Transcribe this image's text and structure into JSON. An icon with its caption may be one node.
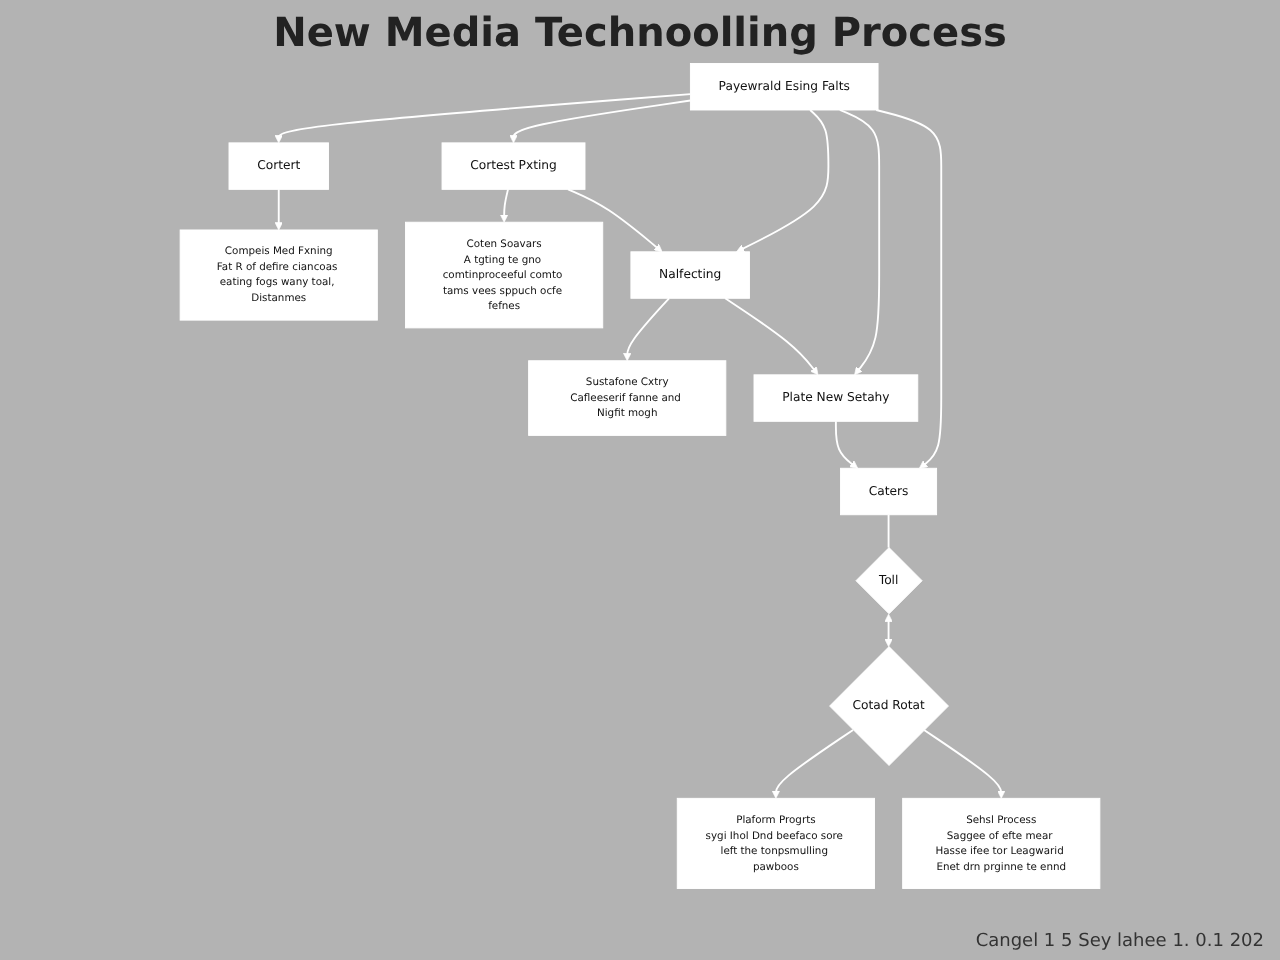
{
  "diagram": {
    "title": "New Media Technoolling Process",
    "nodes": [
      {
        "text": [
          "Payewrald Esing Falts"
        ]
      },
      {
        "text": [
          "Cortert"
        ]
      },
      {
        "text": [
          "Cortest Pxting"
        ]
      },
      {
        "text": [
          "Nalfecting"
        ]
      },
      {
        "text": [
          "Plate New Setahy"
        ]
      },
      {
        "text": [
          "Caters"
        ]
      },
      {
        "text": [
          "Toll"
        ]
      },
      {
        "text": [
          "Compeis Med Fxning",
          "Fat R of defire ciancoas eating fogs wany toal, Distanmes"
        ]
      },
      {
        "text": [
          "Coten Soavars",
          "A tgting te gno comtinproceeful comto tams vees sppuch ocfe fefnes"
        ]
      },
      {
        "text": [
          "Sustafone Cxtry",
          "Cafleeserif fanne and Nigfit mogh"
        ]
      },
      {
        "text": [
          "Cotad Rotat"
        ]
      },
      {
        "text": [
          "Plaform Progrts",
          "sygi Ihol Dnd beefaco sore left the tonpsmulling pawboos"
        ]
      },
      {
        "text": [
          "Sehsl Process",
          "Saggee of efte mear Hasse ifee tor Leagwarid Enet drn prginne te ennd"
        ]
      }
    ],
    "edges": [
      {
        "from": 0,
        "to": 1,
        "arrow": "to"
      },
      {
        "from": 0,
        "to": 2,
        "arrow": "to"
      },
      {
        "from": 0,
        "to": 3,
        "arrow": "to"
      },
      {
        "from": 0,
        "to": 4,
        "arrow": "to"
      },
      {
        "from": 0,
        "to": 5,
        "arrow": "to"
      },
      {
        "from": 2,
        "to": 3,
        "arrow": "to"
      },
      {
        "from": 3,
        "to": 4,
        "arrow": "to"
      },
      {
        "from": 4,
        "to": 5,
        "arrow": "to"
      },
      {
        "from": 5,
        "to": 6,
        "arrow": "none"
      },
      {
        "from": 1,
        "to": 7,
        "arrow": "to"
      },
      {
        "from": 2,
        "to": 8,
        "arrow": "to"
      },
      {
        "from": 3,
        "to": 9,
        "arrow": "to"
      },
      {
        "from": 6,
        "to": 10,
        "arrow": "both"
      },
      {
        "from": 10,
        "to": 11,
        "arrow": "to"
      },
      {
        "from": 10,
        "to": 12,
        "arrow": "to"
      }
    ],
    "labels": [
      "Cangel 1 5 Sey lahee 1. 0.1 202"
    ]
  }
}
